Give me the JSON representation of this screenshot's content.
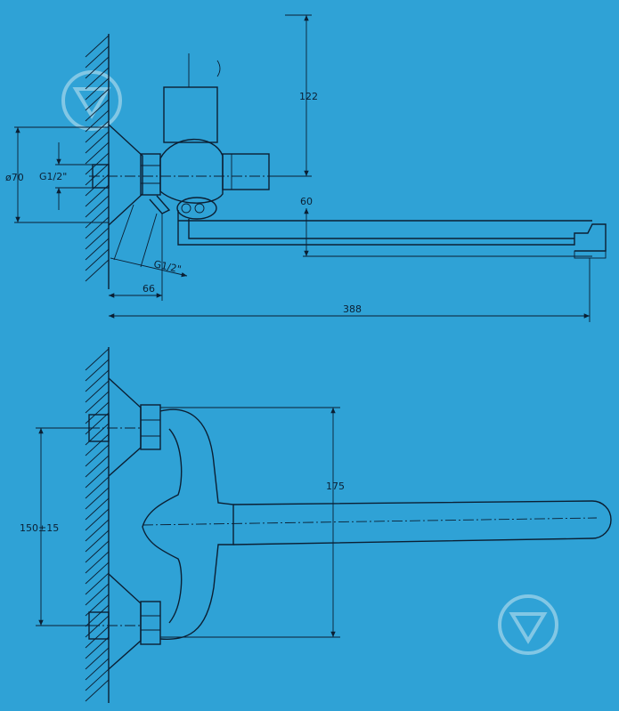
{
  "dimensions": {
    "height_top": "122",
    "offset": "60",
    "diameter": "ø70",
    "thread_inlet": "G1/2\"",
    "thread_angled": "G1/2\"",
    "depth": "66",
    "length": "388",
    "height_front": "175",
    "center_distance": "150±15"
  },
  "colors": {
    "background": "#2fa2d6",
    "line": "#0b1f33"
  },
  "icons": [
    "watermark-logo-icon"
  ]
}
